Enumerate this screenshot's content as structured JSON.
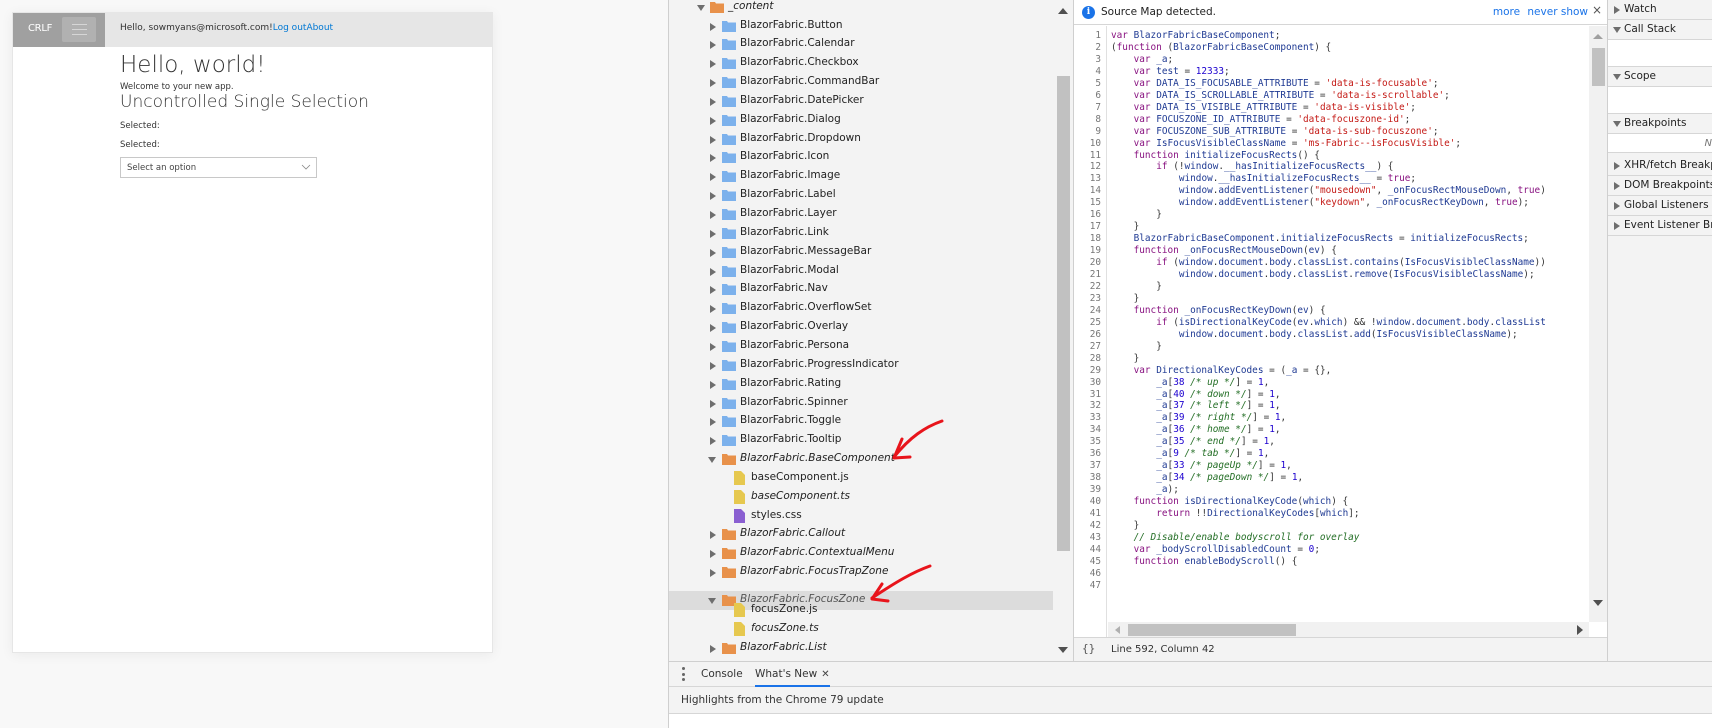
{
  "app": {
    "brand": "CRLF",
    "greeting": "Hello, sowmyans@microsoft.com!",
    "logout_link": "Log out",
    "about_link": "About",
    "heading": "Hello, world!",
    "welcome": "Welcome to your new app.",
    "section_title": "Uncontrolled Single Selection",
    "selected_label_1": "Selected:",
    "selected_label_2": "Selected:",
    "dropdown": {
      "placeholder": "Select an option",
      "value": ""
    }
  },
  "devtools": {
    "file_tree": {
      "root": {
        "label": "_content",
        "expanded": true,
        "color": "#e8914a"
      },
      "items": [
        {
          "label": "BlazorFabric.Button",
          "type": "folder",
          "expanded": false,
          "color": "#7cb1ec"
        },
        {
          "label": "BlazorFabric.Calendar",
          "type": "folder",
          "expanded": false,
          "color": "#7cb1ec"
        },
        {
          "label": "BlazorFabric.Checkbox",
          "type": "folder",
          "expanded": false,
          "color": "#7cb1ec"
        },
        {
          "label": "BlazorFabric.CommandBar",
          "type": "folder",
          "expanded": false,
          "color": "#7cb1ec"
        },
        {
          "label": "BlazorFabric.DatePicker",
          "type": "folder",
          "expanded": false,
          "color": "#7cb1ec"
        },
        {
          "label": "BlazorFabric.Dialog",
          "type": "folder",
          "expanded": false,
          "color": "#7cb1ec"
        },
        {
          "label": "BlazorFabric.Dropdown",
          "type": "folder",
          "expanded": false,
          "color": "#7cb1ec"
        },
        {
          "label": "BlazorFabric.Icon",
          "type": "folder",
          "expanded": false,
          "color": "#7cb1ec"
        },
        {
          "label": "BlazorFabric.Image",
          "type": "folder",
          "expanded": false,
          "color": "#7cb1ec"
        },
        {
          "label": "BlazorFabric.Label",
          "type": "folder",
          "expanded": false,
          "color": "#7cb1ec"
        },
        {
          "label": "BlazorFabric.Layer",
          "type": "folder",
          "expanded": false,
          "color": "#7cb1ec"
        },
        {
          "label": "BlazorFabric.Link",
          "type": "folder",
          "expanded": false,
          "color": "#7cb1ec"
        },
        {
          "label": "BlazorFabric.MessageBar",
          "type": "folder",
          "expanded": false,
          "color": "#7cb1ec"
        },
        {
          "label": "BlazorFabric.Modal",
          "type": "folder",
          "expanded": false,
          "color": "#7cb1ec"
        },
        {
          "label": "BlazorFabric.Nav",
          "type": "folder",
          "expanded": false,
          "color": "#7cb1ec"
        },
        {
          "label": "BlazorFabric.OverflowSet",
          "type": "folder",
          "expanded": false,
          "color": "#7cb1ec"
        },
        {
          "label": "BlazorFabric.Overlay",
          "type": "folder",
          "expanded": false,
          "color": "#7cb1ec"
        },
        {
          "label": "BlazorFabric.Persona",
          "type": "folder",
          "expanded": false,
          "color": "#7cb1ec"
        },
        {
          "label": "BlazorFabric.ProgressIndicator",
          "type": "folder",
          "expanded": false,
          "color": "#7cb1ec"
        },
        {
          "label": "BlazorFabric.Rating",
          "type": "folder",
          "expanded": false,
          "color": "#7cb1ec"
        },
        {
          "label": "BlazorFabric.Spinner",
          "type": "folder",
          "expanded": false,
          "color": "#7cb1ec"
        },
        {
          "label": "BlazorFabric.Toggle",
          "type": "folder",
          "expanded": false,
          "color": "#7cb1ec"
        },
        {
          "label": "BlazorFabric.Tooltip",
          "type": "folder",
          "expanded": false,
          "color": "#7cb1ec"
        },
        {
          "label": "BlazorFabric.BaseComponent",
          "type": "folder",
          "expanded": true,
          "italic": true,
          "color": "#e8914a"
        },
        {
          "label": "baseComponent.js",
          "type": "file",
          "italic": false,
          "color": "#e6c84f",
          "depth": 2
        },
        {
          "label": "baseComponent.ts",
          "type": "file",
          "italic": true,
          "color": "#e6c84f",
          "depth": 2
        },
        {
          "label": "styles.css",
          "type": "file",
          "italic": false,
          "color": "#8a5fd1",
          "depth": 2
        },
        {
          "label": "BlazorFabric.Callout",
          "type": "folder",
          "expanded": false,
          "italic": true,
          "color": "#e8914a"
        },
        {
          "label": "BlazorFabric.ContextualMenu",
          "type": "folder",
          "expanded": false,
          "italic": true,
          "color": "#e8914a"
        },
        {
          "label": "BlazorFabric.FocusTrapZone",
          "type": "folder",
          "expanded": false,
          "italic": true,
          "color": "#e8914a"
        },
        {
          "label": "BlazorFabric.FocusZone",
          "type": "folder",
          "expanded": true,
          "italic": true,
          "selected": true,
          "color": "#e8914a"
        },
        {
          "label": "focusZone.js",
          "type": "file",
          "italic": false,
          "color": "#e6c84f",
          "depth": 2
        },
        {
          "label": "focusZone.ts",
          "type": "file",
          "italic": true,
          "color": "#e6c84f",
          "depth": 2
        },
        {
          "label": "BlazorFabric.List",
          "type": "folder",
          "expanded": false,
          "italic": true,
          "color": "#e8914a"
        }
      ]
    },
    "infobar": {
      "message": "Source Map detected.",
      "more_link": "more",
      "never_show_link": "never show",
      "close": "×"
    },
    "code_lines": [
      "var BlazorFabricBaseComponent;",
      "(function (BlazorFabricBaseComponent) {",
      "    var _a;",
      "    var test = 12333;",
      "    var DATA_IS_FOCUSABLE_ATTRIBUTE = 'data-is-focusable';",
      "    var DATA_IS_SCROLLABLE_ATTRIBUTE = 'data-is-scrollable';",
      "    var DATA_IS_VISIBLE_ATTRIBUTE = 'data-is-visible';",
      "    var FOCUSZONE_ID_ATTRIBUTE = 'data-focuszone-id';",
      "    var FOCUSZONE_SUB_ATTRIBUTE = 'data-is-sub-focuszone';",
      "    var IsFocusVisibleClassName = 'ms-Fabric--isFocusVisible';",
      "    function initializeFocusRects() {",
      "        if (!window.__hasInitializeFocusRects__) {",
      "            window.__hasInitializeFocusRects__ = true;",
      "            window.addEventListener(\"mousedown\", _onFocusRectMouseDown, true)",
      "            window.addEventListener(\"keydown\", _onFocusRectKeyDown, true);",
      "        }",
      "    }",
      "    BlazorFabricBaseComponent.initializeFocusRects = initializeFocusRects;",
      "    function _onFocusRectMouseDown(ev) {",
      "        if (window.document.body.classList.contains(IsFocusVisibleClassName))",
      "            window.document.body.classList.remove(IsFocusVisibleClassName);",
      "        }",
      "    }",
      "    function _onFocusRectKeyDown(ev) {",
      "        if (isDirectionalKeyCode(ev.which) && !window.document.body.classList",
      "            window.document.body.classList.add(IsFocusVisibleClassName);",
      "        }",
      "    }",
      "    var DirectionalKeyCodes = (_a = {},",
      "        _a[38 /* up */] = 1,",
      "        _a[40 /* down */] = 1,",
      "        _a[37 /* left */] = 1,",
      "        _a[39 /* right */] = 1,",
      "        _a[36 /* home */] = 1,",
      "        _a[35 /* end */] = 1,",
      "        _a[9 /* tab */] = 1,",
      "        _a[33 /* pageUp */] = 1,",
      "        _a[34 /* pageDown */] = 1,",
      "        _a);",
      "    function isDirectionalKeyCode(which) {",
      "        return !!DirectionalKeyCodes[which];",
      "    }",
      "    // Disable/enable bodyscroll for overlay",
      "    var _bodyScrollDisabledCount = 0;",
      "    function enableBodyScroll() {",
      "",
      ""
    ],
    "status": {
      "pretty_print": "{}",
      "cursor": "Line 592, Column 42"
    },
    "sidebar": {
      "panes": [
        {
          "label": "Watch",
          "expanded": false
        },
        {
          "label": "Call Stack",
          "expanded": true
        },
        {
          "label": "Scope",
          "expanded": true
        },
        {
          "label": "Breakpoints",
          "expanded": true
        },
        {
          "label": "XHR/fetch Breakpoints",
          "expanded": false
        },
        {
          "label": "DOM Breakpoints",
          "expanded": false
        },
        {
          "label": "Global Listeners",
          "expanded": false
        },
        {
          "label": "Event Listener Breakpoints",
          "expanded": false
        }
      ],
      "breakpoints_hint": "N"
    },
    "drawer": {
      "tabs": [
        {
          "label": "Console",
          "active": false
        },
        {
          "label": "What's New",
          "active": true,
          "closable": true
        }
      ],
      "message": "Highlights from the Chrome 79 update"
    }
  },
  "colors": {
    "link": "#0078d4",
    "devtools_accent": "#1a73e8",
    "annotation_arrow": "#e8141b"
  }
}
